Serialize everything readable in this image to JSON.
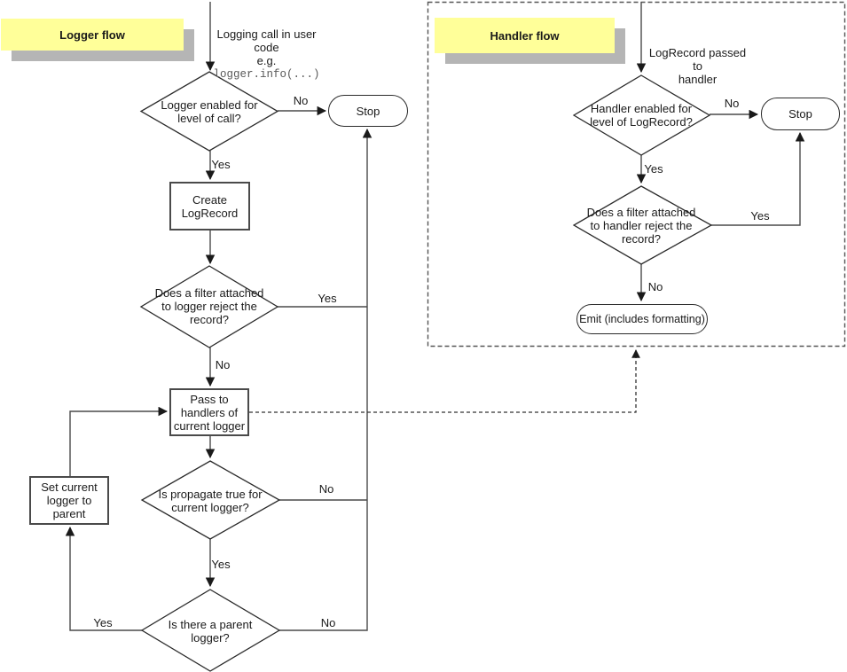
{
  "diagram": {
    "logger": {
      "title": "Logger flow",
      "entry_text": "Logging call in user\ncode\ne.g.",
      "entry_code": "logger.info(...)",
      "nodes": {
        "decision_enabled": "Logger enabled for\nlevel of call?",
        "stop": "Stop",
        "create": "Create\nLogRecord",
        "decision_filter": "Does a filter attached\nto logger reject the\nrecord?",
        "pass": "Pass to\nhandlers of\ncurrent logger",
        "decision_propagate": "Is propagate true for\ncurrent logger?",
        "set_parent": "Set current\nlogger to parent",
        "decision_parent": "Is there a parent\nlogger?"
      },
      "edge_labels": {
        "enabled_no": "No",
        "enabled_yes": "Yes",
        "filter_yes": "Yes",
        "filter_no": "No",
        "propagate_no": "No",
        "propagate_yes": "Yes",
        "parent_yes": "Yes",
        "parent_no": "No"
      }
    },
    "handler": {
      "title": "Handler flow",
      "entry_text": "LogRecord passed to\nhandler",
      "nodes": {
        "decision_enabled": "Handler enabled for\nlevel of LogRecord?",
        "stop": "Stop",
        "decision_filter": "Does a filter attached\nto handler reject the\nrecord?",
        "emit": "Emit (includes formatting)"
      },
      "edge_labels": {
        "enabled_no": "No",
        "enabled_yes": "Yes",
        "filter_yes": "Yes",
        "filter_no": "No"
      }
    },
    "colors": {
      "sticky_bg": "#ffff99",
      "sticky_shadow": "#b5b5b5",
      "line": "#4a4a4a",
      "shape_stroke": "#2b2b2b",
      "code_text": "#595959"
    }
  }
}
